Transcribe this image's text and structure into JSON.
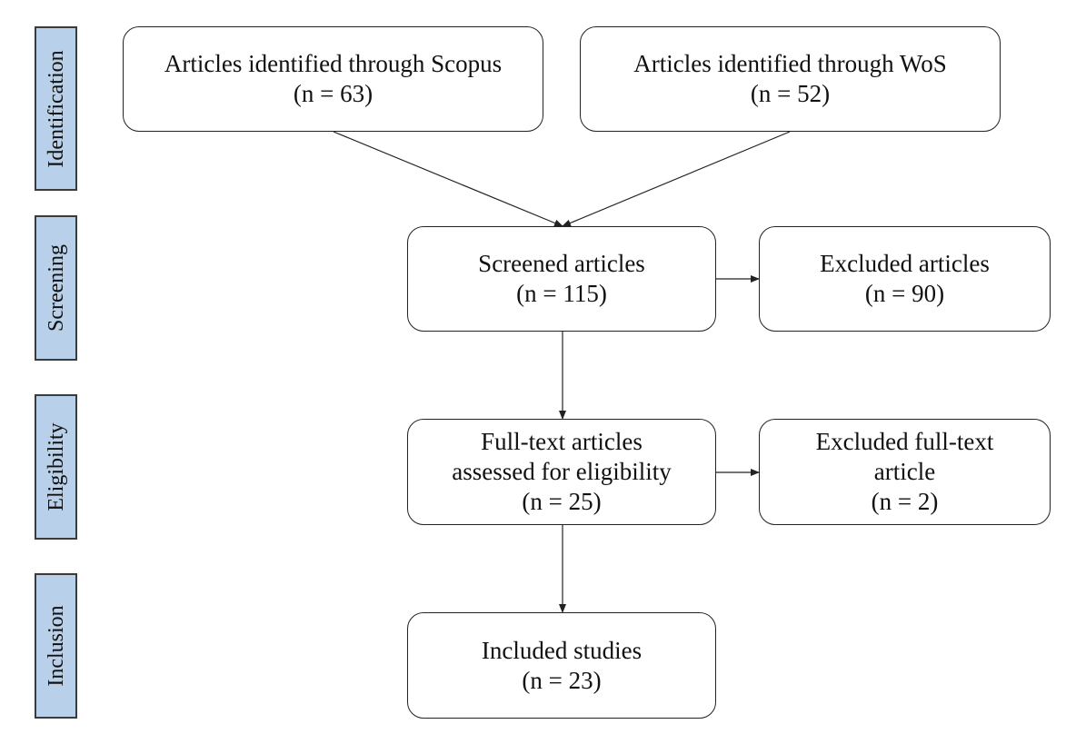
{
  "stages": [
    {
      "id": "identification",
      "label": "Identification"
    },
    {
      "id": "screening",
      "label": "Screening"
    },
    {
      "id": "eligibility",
      "label": "Eligibility"
    },
    {
      "id": "inclusion",
      "label": "Inclusion"
    }
  ],
  "boxes": {
    "scopus": {
      "title": "Articles identified through Scopus",
      "count": "(n = 63)"
    },
    "wos": {
      "title": "Articles identified through WoS",
      "count": "(n = 52)"
    },
    "screened": {
      "title": "Screened articles",
      "count": "(n = 115)"
    },
    "excluded": {
      "title": "Excluded articles",
      "count": "(n = 90)"
    },
    "fulltext": {
      "line1": "Full-text articles",
      "line2": "assessed for eligibility",
      "count": "(n = 25)"
    },
    "excluded_fulltext": {
      "line1": "Excluded full-text",
      "line2": "article",
      "count": "(n = 2)"
    },
    "included": {
      "title": "Included studies",
      "count": "(n = 23)"
    }
  },
  "colors": {
    "stage_fill": "#b9d0ea",
    "stroke": "#222222"
  }
}
